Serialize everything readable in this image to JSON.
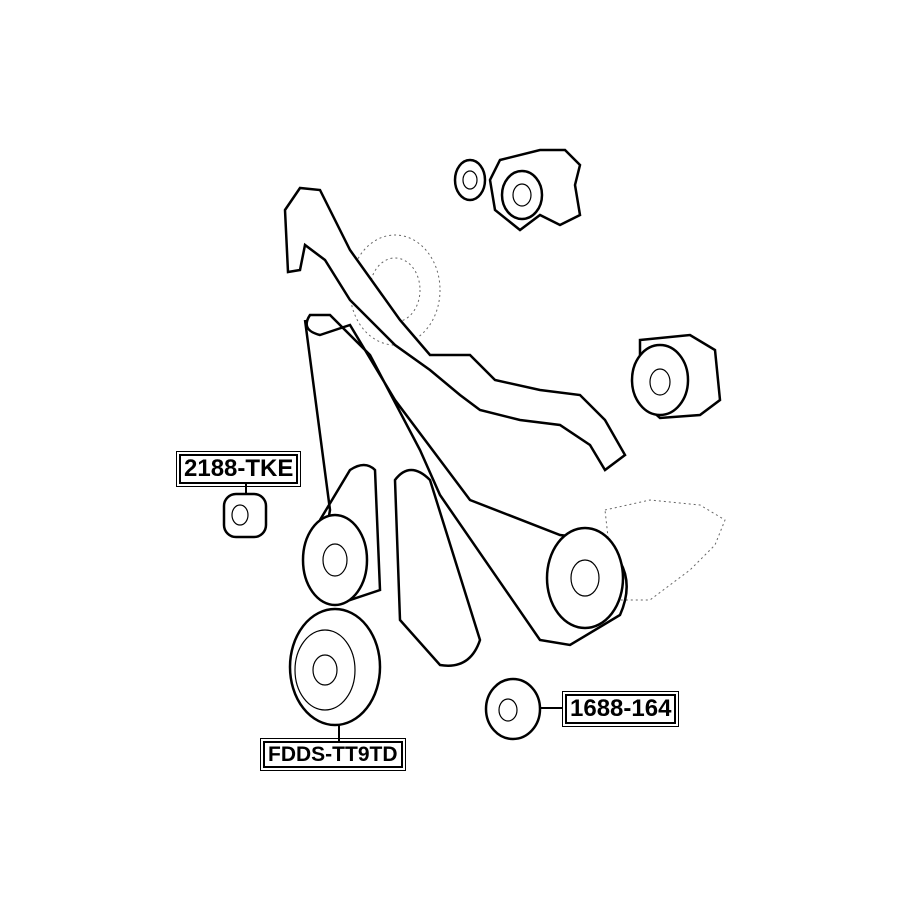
{
  "labels": {
    "idler_pulley_upper": "2188-TKE",
    "idler_pulley_lower": "1688-164",
    "crankshaft_pulley": "FDDS-TT9TD"
  }
}
